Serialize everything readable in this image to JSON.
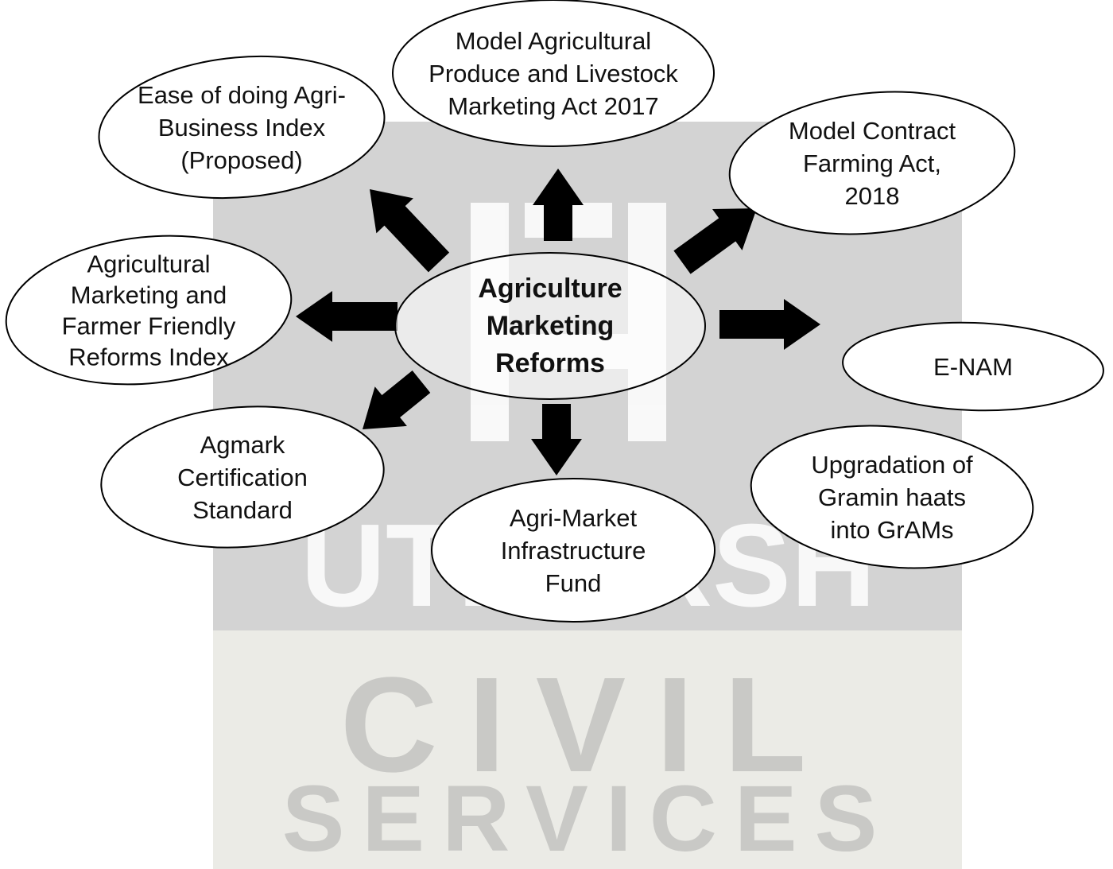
{
  "watermark": {
    "line1": "UTKARSH",
    "line2": "CIVIL",
    "line3": "SERVICES",
    "top_panel_color": "#d3d3d3",
    "bottom_panel_color": "#ebebe6",
    "logo": "utkarsh-logo"
  },
  "center": {
    "lines": [
      "Agriculture",
      "Marketing",
      "Reforms"
    ]
  },
  "nodes": [
    {
      "id": "model-aplm-act",
      "lines": [
        "Model Agricultural",
        "Produce and Livestock",
        "Marketing Act 2017"
      ]
    },
    {
      "id": "model-contract-farming",
      "lines": [
        "Model Contract",
        "Farming Act,",
        "2018"
      ]
    },
    {
      "id": "e-nam",
      "lines": [
        "E-NAM"
      ]
    },
    {
      "id": "gramin-haats",
      "lines": [
        "Upgradation of",
        "Gramin haats",
        "into GrAMs"
      ]
    },
    {
      "id": "agri-market-fund",
      "lines": [
        "Agri-Market",
        "Infrastructure",
        "Fund"
      ]
    },
    {
      "id": "agmark",
      "lines": [
        "Agmark",
        "Certification",
        "Standard"
      ]
    },
    {
      "id": "amffri",
      "lines": [
        "Agricultural",
        "Marketing and",
        "Farmer Friendly",
        "Reforms Index"
      ]
    },
    {
      "id": "ease-agri-business",
      "lines": [
        "Ease of doing Agri-",
        "Business Index",
        "(Proposed)"
      ]
    }
  ],
  "colors": {
    "arrow": "#000000",
    "ellipse_stroke": "#000000",
    "ellipse_fill": "#ffffff"
  }
}
